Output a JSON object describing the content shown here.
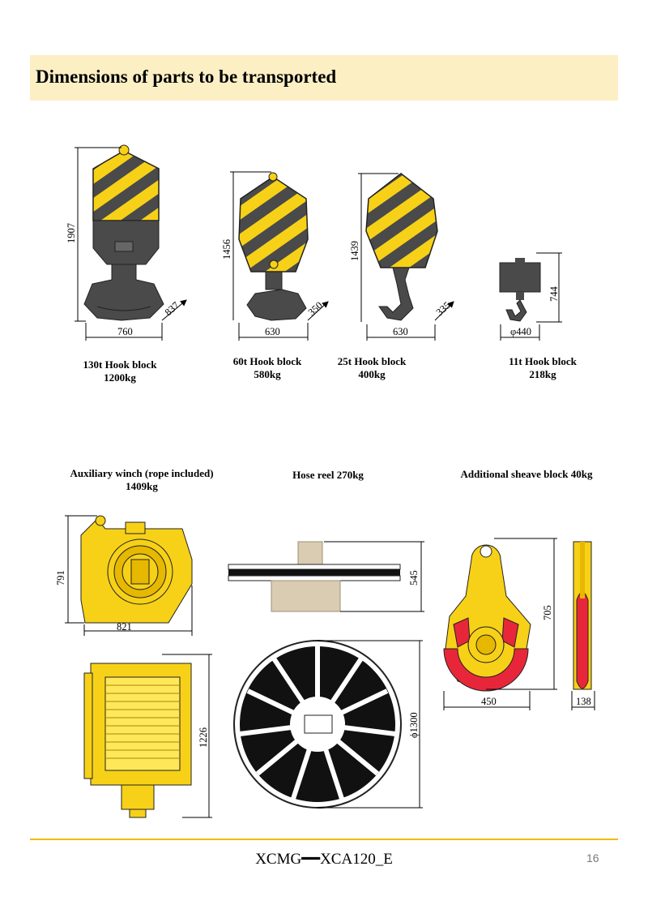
{
  "header": {
    "title": "Dimensions of parts to be transported"
  },
  "hook_blocks": [
    {
      "name": "130t Hook block",
      "weight": "1200kg",
      "height": "1907",
      "width": "760",
      "depth": "837"
    },
    {
      "name": "60t Hook block",
      "weight": "580kg",
      "height": "1456",
      "width": "630",
      "depth": "350"
    },
    {
      "name": "25t Hook block",
      "weight": "400kg",
      "height": "1439",
      "width": "630",
      "depth": "335"
    },
    {
      "name": "11t Hook block",
      "weight": "218kg",
      "height": "744",
      "width": "φ440"
    }
  ],
  "winch": {
    "name": "Auxiliary winch (rope included)",
    "weight": "1409kg",
    "height": "791",
    "width": "821",
    "length": "1226"
  },
  "hose_reel": {
    "name": "Hose reel 270kg",
    "height": "545",
    "diameter": "ϕ1300"
  },
  "sheave_block": {
    "name": "Additional sheave block 40kg",
    "height": "705",
    "width": "450",
    "thickness": "138"
  },
  "footer": {
    "model": "XCMG━━XCA120_E",
    "page_number": "16"
  },
  "colors": {
    "header_bg": "#fcefc4",
    "hazard_yellow": "#f7d117",
    "hazard_dark": "#4a4a4a",
    "sheave_red": "#e8263a",
    "footer_rule": "#f5b800"
  }
}
